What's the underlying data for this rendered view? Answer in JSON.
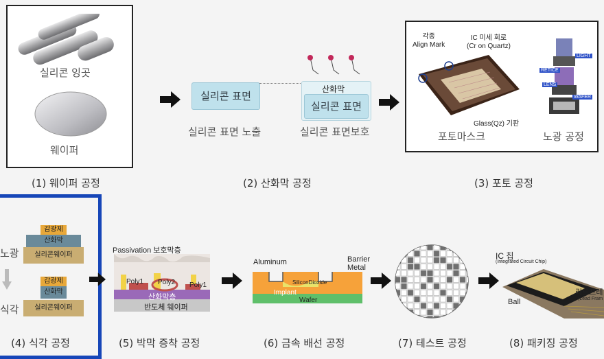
{
  "top": {
    "wafer": {
      "ingot_label": "실리콘 잉곳",
      "wafer_label": "웨이퍼",
      "caption": "(1) 웨이퍼 공정"
    },
    "oxide": {
      "surface_box": "실리콘 표면",
      "surface_caption": "실리콘 표면 노출",
      "oxide_layer": "산화막",
      "protected_box": "실리콘 표면",
      "protected_caption": "실리콘 표면보호",
      "caption": "(2) 산화막 공정"
    },
    "photo": {
      "align_mark": "각종\nAlign Mark",
      "ic_circuit": "IC 미세 회로\n(Cr on Quartz)",
      "glass": "Glass(Qz) 기판",
      "photomask_label": "포토마스크",
      "light": "LIGHT",
      "retice": "RETICE",
      "lens": "LENS",
      "wafer": "WAFER",
      "exposure_label": "노광 공정",
      "caption": "(3) 포토 공정"
    }
  },
  "bottom": {
    "etch": {
      "side_top": "노광",
      "side_bottom": "식각",
      "stack1": [
        "감광제",
        "산화막",
        "실리콘웨이퍼"
      ],
      "stack2": [
        "감광제",
        "산화막",
        "실리콘웨이퍼"
      ],
      "caption": "(4) 식각 공정"
    },
    "thinfilm": {
      "passivation": "Passivation 보호막층",
      "poly1a": "Poly1",
      "poly2": "Poly2",
      "poly1b": "Poly1",
      "oxide": "산화막층",
      "substrate": "반도체 웨이퍼",
      "caption": "(5) 박막 증착 공정"
    },
    "metal": {
      "aluminum": "Aluminum",
      "barrier": "Barrier\nMetal",
      "sio2": "SiliconDioxide",
      "implant": "Implant",
      "wafer": "Wafer",
      "caption": "(6) 금속 배선 공정"
    },
    "test": {
      "caption": "(7) 테스트 공정"
    },
    "packaging": {
      "ic_chip": "IC 칩",
      "ic_chip_en": "(Integrated Circuit Chip)",
      "ball": "Ball",
      "lead_frame": "리드프레",
      "lead_frame_en": "(Lead Fram",
      "caption": "(8) 패키징 공정"
    }
  },
  "colors": {
    "highlight_border": "#1646b8",
    "si_box": "#bfe1ec",
    "photoresist": "#e8a83a",
    "oxide": "#6a8a9a",
    "silicon": "#c9ad72"
  }
}
